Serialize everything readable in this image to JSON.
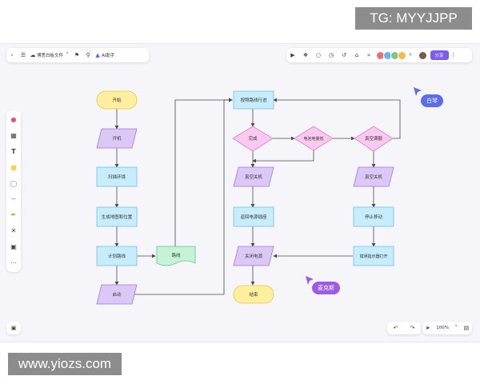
{
  "watermarks": {
    "top": "TG: MYYJJPP",
    "bottom": "www.yiozs.com"
  },
  "header": {
    "doc_title": "博思白板文件",
    "ai_label": "AI助手",
    "share_label": "分享",
    "icons": [
      "back-icon",
      "menu-icon",
      "cloud-icon",
      "chevron-down-icon",
      "tag-icon",
      "search-icon",
      "ai-icon"
    ],
    "right_icons": [
      "play-icon",
      "shapes-icon",
      "comment-icon",
      "timer-icon",
      "history-icon",
      "bank-icon",
      "expand-icon",
      "more-icon"
    ],
    "avatar_colors": [
      "#e57373",
      "#64b5f6",
      "#81c784",
      "#ffb74d"
    ],
    "avatar_count": "4",
    "share_color": "#7b5cf0"
  },
  "toolbar": {
    "items": [
      "palette-icon",
      "frame-icon",
      "text-icon",
      "sticky-note-icon",
      "shape-icon",
      "line-icon",
      "pen-icon",
      "connector-icon",
      "template-icon",
      "more-icon"
    ]
  },
  "bottom": {
    "zoom": "100%"
  },
  "collaborators": [
    {
      "name": "白琴",
      "color": "#5b6ee8"
    },
    {
      "name": "麦克斯",
      "color": "#9c5ce8"
    }
  ],
  "flowchart": {
    "colors": {
      "terminal": "#ffef9e",
      "process": "#c7ecfb",
      "io": "#dcc8f7",
      "decision": "#f9c9ef",
      "document": "#c6f2d8",
      "line": "#4a4a4a"
    },
    "nodes": {
      "start": "开始",
      "power_on": "开机",
      "scan": "扫描环境",
      "map": "生成地图和位置",
      "plan": "计划路线",
      "route": "路线",
      "launch": "启动",
      "follow": "按照路线行进",
      "done": "完成",
      "battery": "电池电量低",
      "vacuum_full": "真空满额",
      "vac_off_1": "真空关机",
      "vac_off_2": "真空关机",
      "return": "返回电源插座",
      "stop_move": "停止移动",
      "power_off": "关闭电源",
      "error": "错误指示器打开",
      "end": "结束"
    }
  }
}
